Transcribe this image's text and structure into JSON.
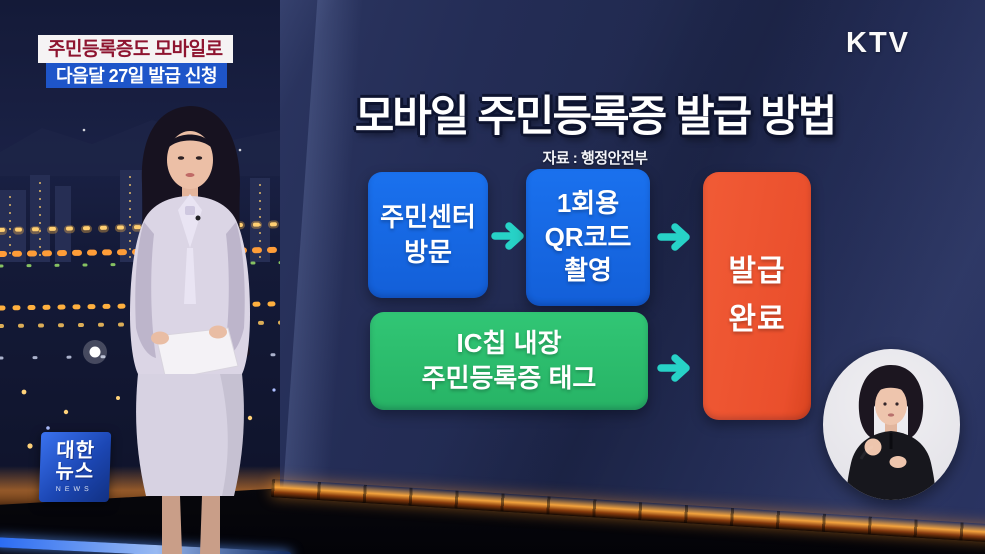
{
  "channel": {
    "logo": "KTV"
  },
  "headline_badges": {
    "primary": "주민등록증도 모바일로",
    "secondary": "다음달 27일 발급 신청"
  },
  "infographic": {
    "title": "모바일 주민등록증 발급 방법",
    "source": "자료 : 행정안전부",
    "flow": {
      "step1": "주민센터\n방문",
      "step2": "1회용\nQR코드\n촬영",
      "alt_step": "IC칩 내장\n주민등록증 태그",
      "result": "발급\n완료"
    }
  },
  "program_logo": {
    "line1": "대한",
    "line2": "뉴스",
    "caption": "NEWS"
  },
  "colors": {
    "step_box_blue": "#1567e2",
    "alt_box_green": "#2dbd6e",
    "result_box_orange": "#ee5431",
    "arrow_teal": "#27d2c7",
    "badge_primary_text": "#8e1430",
    "badge_secondary_bg": "#1e55c9",
    "panel_navy": "#232c55"
  }
}
